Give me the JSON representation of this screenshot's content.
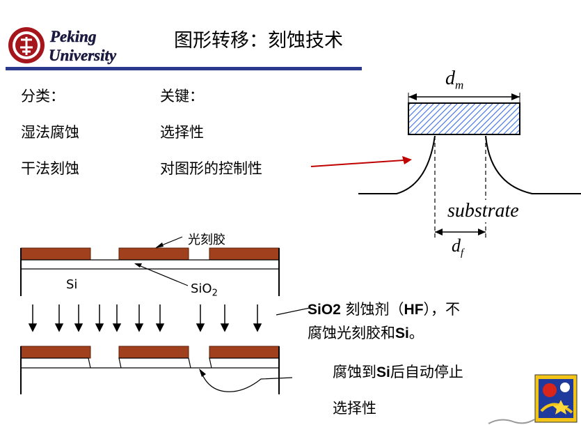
{
  "header": {
    "logo_text_line1": "Peking",
    "logo_text_line2": "University",
    "title": "图形转移：刻蚀技术"
  },
  "table": {
    "col1_header": "分类：",
    "col2_header": "关键：",
    "rows": [
      {
        "left": "湿法腐蚀",
        "right": "选择性"
      },
      {
        "left": "干法刻蚀",
        "right": "对图形的控制性"
      }
    ]
  },
  "profile_diagram": {
    "top_label": "d",
    "top_sub": "m",
    "substrate_label": "substrate",
    "bottom_label": "d",
    "bottom_sub": "f"
  },
  "process_diagram": {
    "photoresist_label": "光刻胶",
    "si_label": "Si",
    "sio2_label": "SiO",
    "sio2_sub": "2"
  },
  "notes": {
    "etchant_line1_a": "SiO2",
    "etchant_line1_b": " 刻蚀剂（",
    "etchant_line1_c": "HF",
    "etchant_line1_d": "），不",
    "etchant_line2_a": "腐蚀光刻胶和",
    "etchant_line2_b": "Si",
    "etchant_line2_c": "。",
    "stop_a": "腐蚀到",
    "stop_b": "Si",
    "stop_c": "后自动停止",
    "selectivity": "选择性"
  },
  "colors": {
    "resist": "#a0401c",
    "rule": "#2b3a8c",
    "arrow_red": "#c00000",
    "hatch": "#3a6ee8",
    "logo_red": "#a4161c"
  }
}
